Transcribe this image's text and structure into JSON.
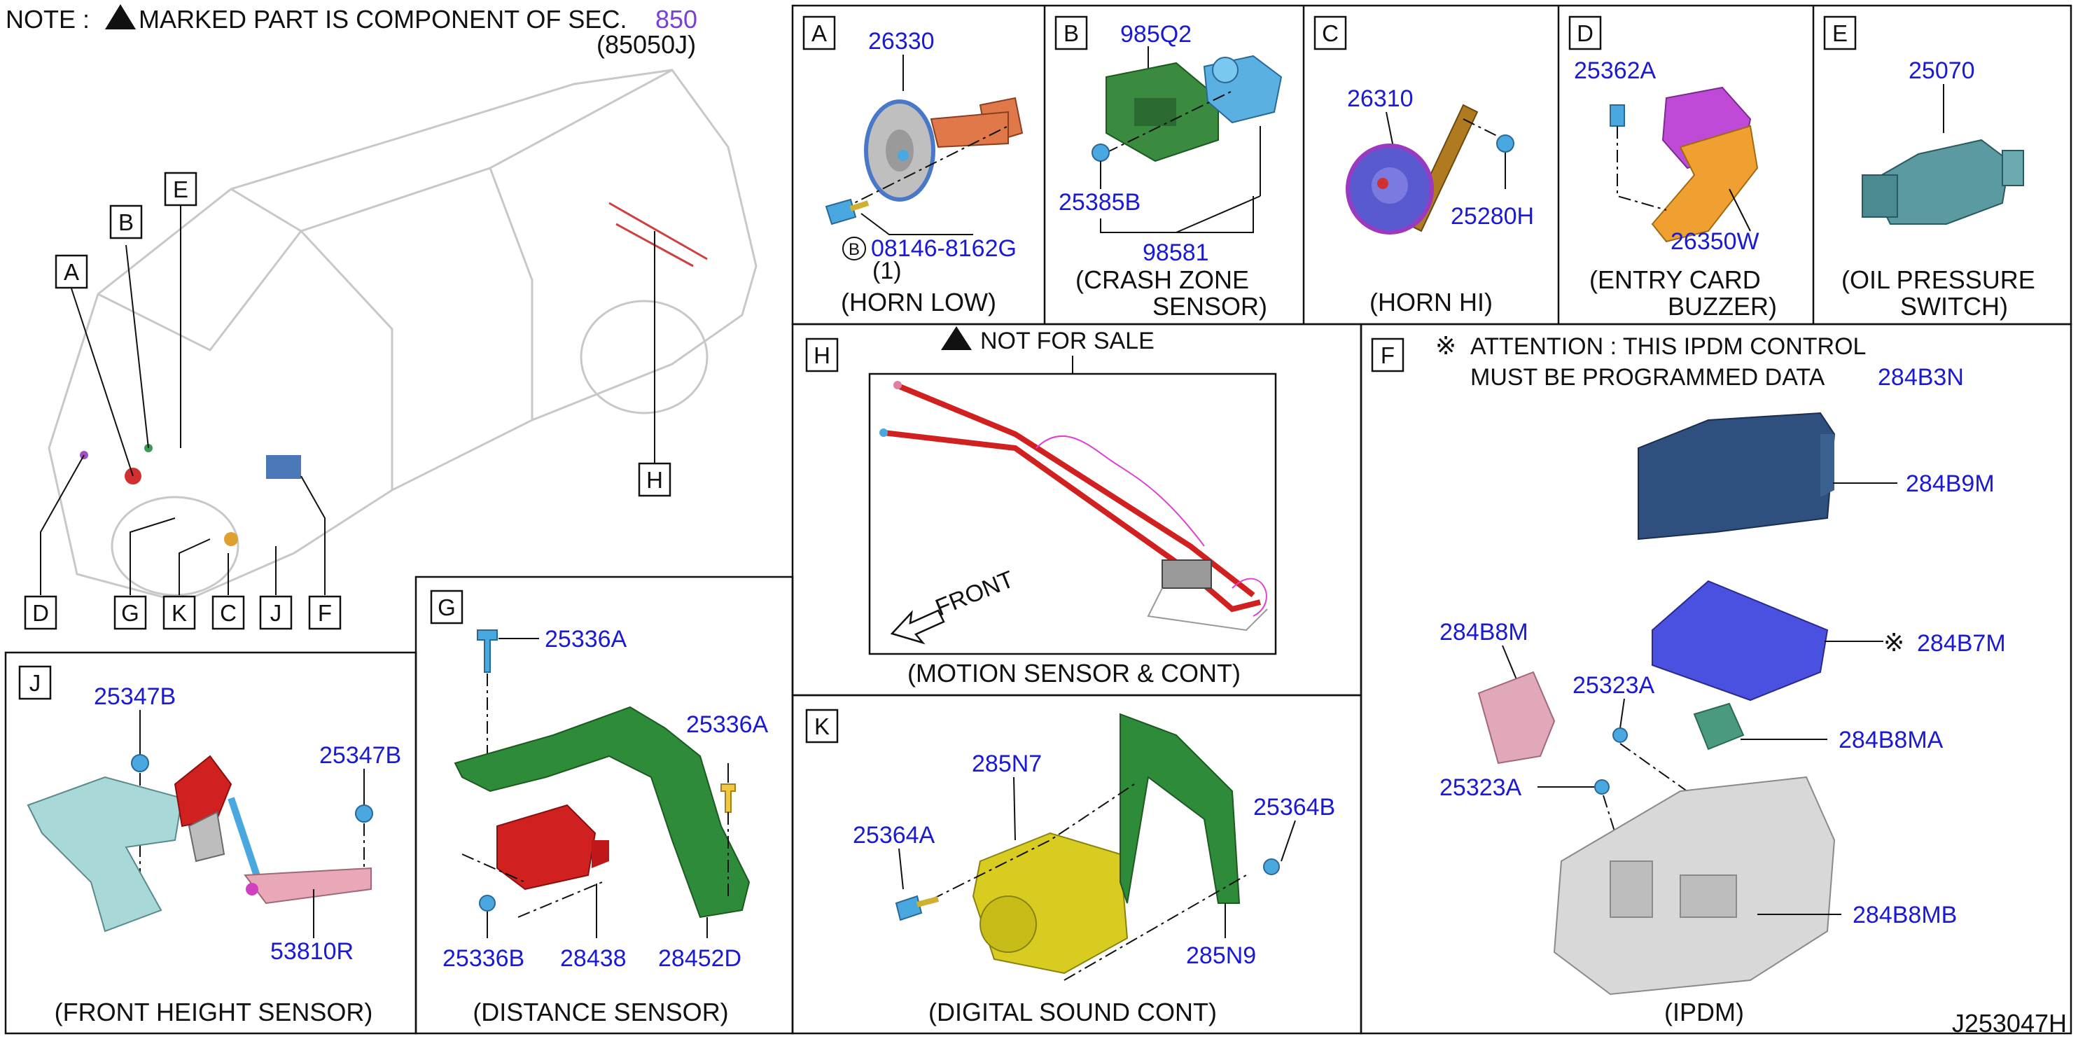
{
  "note": {
    "prefix": "NOTE :",
    "text": "MARKED PART IS COMPONENT OF SEC.",
    "section": "850",
    "code": "(85050J)"
  },
  "overview_letters": [
    "A",
    "B",
    "E",
    "H",
    "D",
    "G",
    "K",
    "C",
    "J",
    "F"
  ],
  "panels": {
    "A": {
      "letter": "A",
      "parts": [
        "26330",
        "08146-8162G"
      ],
      "circle": "B",
      "qty": "(1)",
      "caption": "(HORN LOW)"
    },
    "B": {
      "letter": "B",
      "parts": [
        "985Q2",
        "25385B",
        "98581"
      ],
      "caption_1": "(CRASH ZONE",
      "caption_2": "SENSOR)"
    },
    "C": {
      "letter": "C",
      "parts": [
        "26310",
        "25280H"
      ],
      "caption": "(HORN HI)"
    },
    "D": {
      "letter": "D",
      "parts": [
        "25362A",
        "26350W"
      ],
      "caption_1": "(ENTRY CARD",
      "caption_2": "BUZZER)"
    },
    "E": {
      "letter": "E",
      "parts": [
        "25070"
      ],
      "caption_1": "(OIL PRESSURE",
      "caption_2": "SWITCH)"
    },
    "H": {
      "letter": "H",
      "not_for_sale": "NOT FOR SALE",
      "front": "FRONT",
      "caption": "(MOTION SENSOR & CONT)"
    },
    "F": {
      "letter": "F",
      "attention_1": "ATTENTION : THIS IPDM CONTROL",
      "attention_2": "MUST BE PROGRAMMED DATA",
      "program_part": "284B3N",
      "parts": [
        "284B9M",
        "284B7M",
        "284B8M",
        "25323A",
        "284B8MA",
        "25323A",
        "284B8MB"
      ],
      "caption": "(IPDM)"
    },
    "G": {
      "letter": "G",
      "parts": [
        "25336A",
        "25336A",
        "25336B",
        "28438",
        "28452D"
      ],
      "caption": "(DISTANCE SENSOR)"
    },
    "J": {
      "letter": "J",
      "parts": [
        "25347B",
        "25347B",
        "53810R"
      ],
      "caption": "(FRONT HEIGHT SENSOR)"
    },
    "K": {
      "letter": "K",
      "parts": [
        "285N7",
        "25364A",
        "25364B",
        "285N9"
      ],
      "caption": "(DIGITAL SOUND CONT)"
    }
  },
  "diagram_id": "J253047H",
  "colors": {
    "part_number": "#1a1ad6",
    "section_ref": "#7a3fd6",
    "harness": "#d02020",
    "bracket_green": "#2e8b3a",
    "sensor_blue": "#4a9fd8",
    "ipdm_navy": "#2f4f7f",
    "buzzer_orange": "#f0a030"
  }
}
